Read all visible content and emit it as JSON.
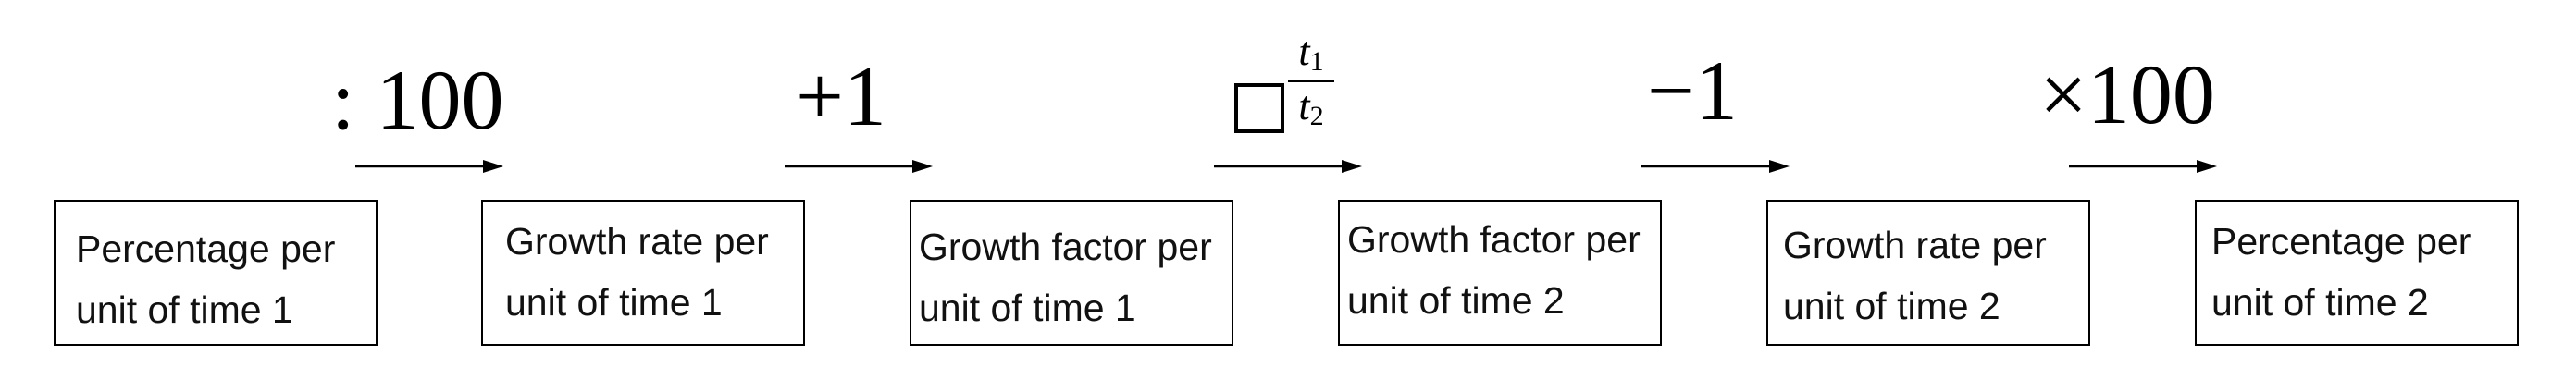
{
  "boxes": [
    {
      "line1": "Percentage per",
      "line2": "unit of time 1"
    },
    {
      "line1": "Growth rate per",
      "line2": "unit of time 1"
    },
    {
      "line1": "Growth factor per",
      "line2": "unit of time 1"
    },
    {
      "line1": "Growth factor per",
      "line2": "unit of time 2"
    },
    {
      "line1": "Growth rate per",
      "line2": "unit of time 2"
    },
    {
      "line1": "Percentage per",
      "line2": "unit of time 2"
    }
  ],
  "operations": [
    {
      "label": ": 100"
    },
    {
      "label": "+1"
    },
    {
      "label": "□^(t1/t2)",
      "numerator": "t",
      "numerator_sub": "1",
      "denominator": "t",
      "denominator_sub": "2"
    },
    {
      "label": "−1"
    },
    {
      "label": "×100"
    }
  ]
}
